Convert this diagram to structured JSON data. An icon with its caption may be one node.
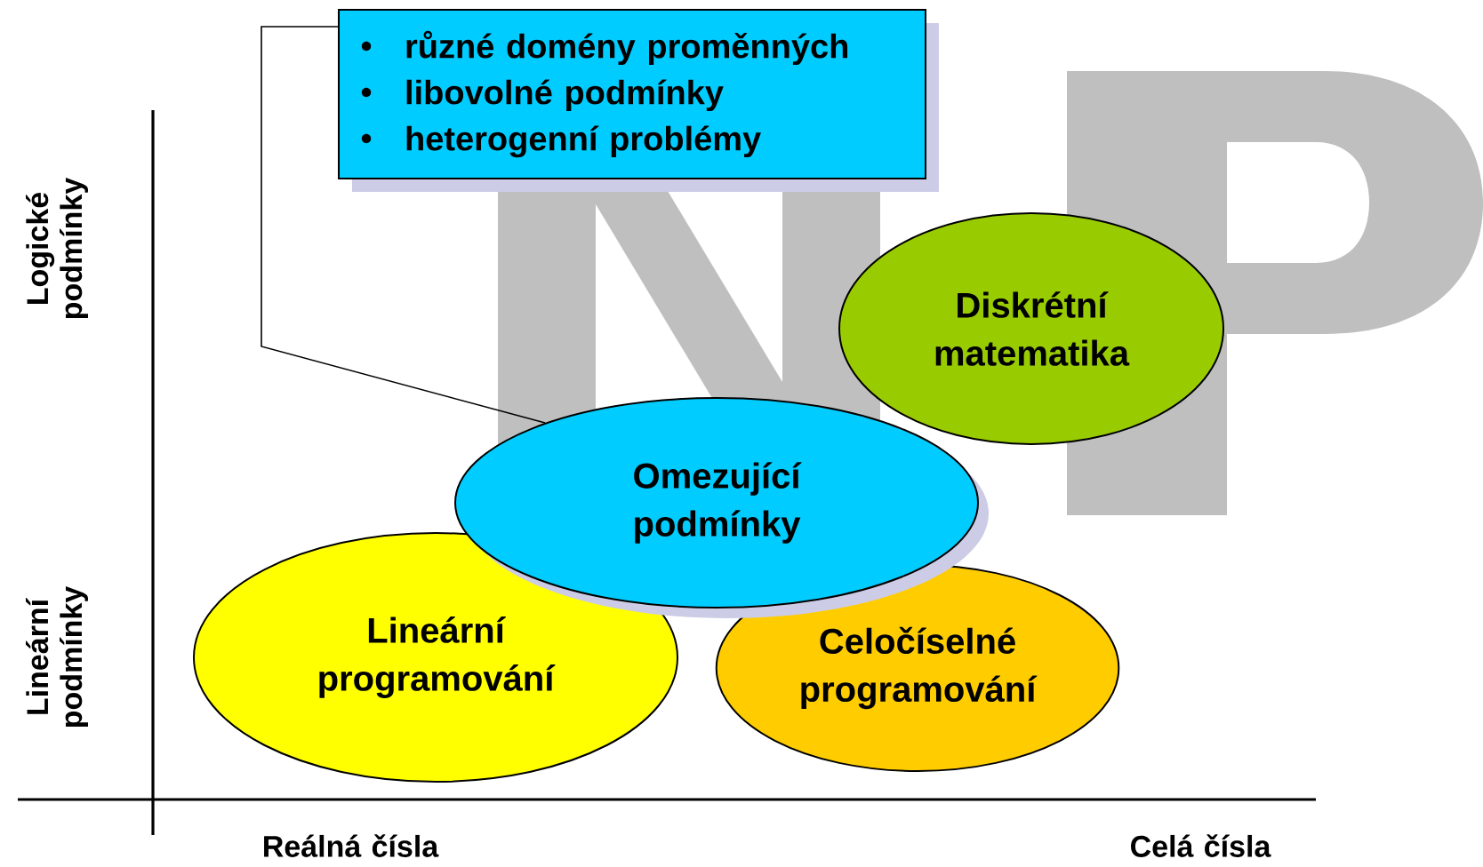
{
  "diagram": {
    "nodes": [
      {
        "text": [
          "různé domény proměnných",
          "libovolné podmínky",
          "heterogenní problémy"
        ]
      },
      {
        "text": [
          "Diskrétní matematika"
        ]
      },
      {
        "text": [
          "Omezující podmínky"
        ]
      },
      {
        "text": [
          "Lineární programování"
        ]
      },
      {
        "text": [
          "Celočíselné programování"
        ]
      }
    ],
    "edges": [
      {
        "from": 0,
        "to": 2,
        "arrow": "none"
      }
    ],
    "labels": [
      "Logické podmínky",
      "Lineární podmínky",
      "Reálná čísla",
      "Celá čísla"
    ]
  }
}
